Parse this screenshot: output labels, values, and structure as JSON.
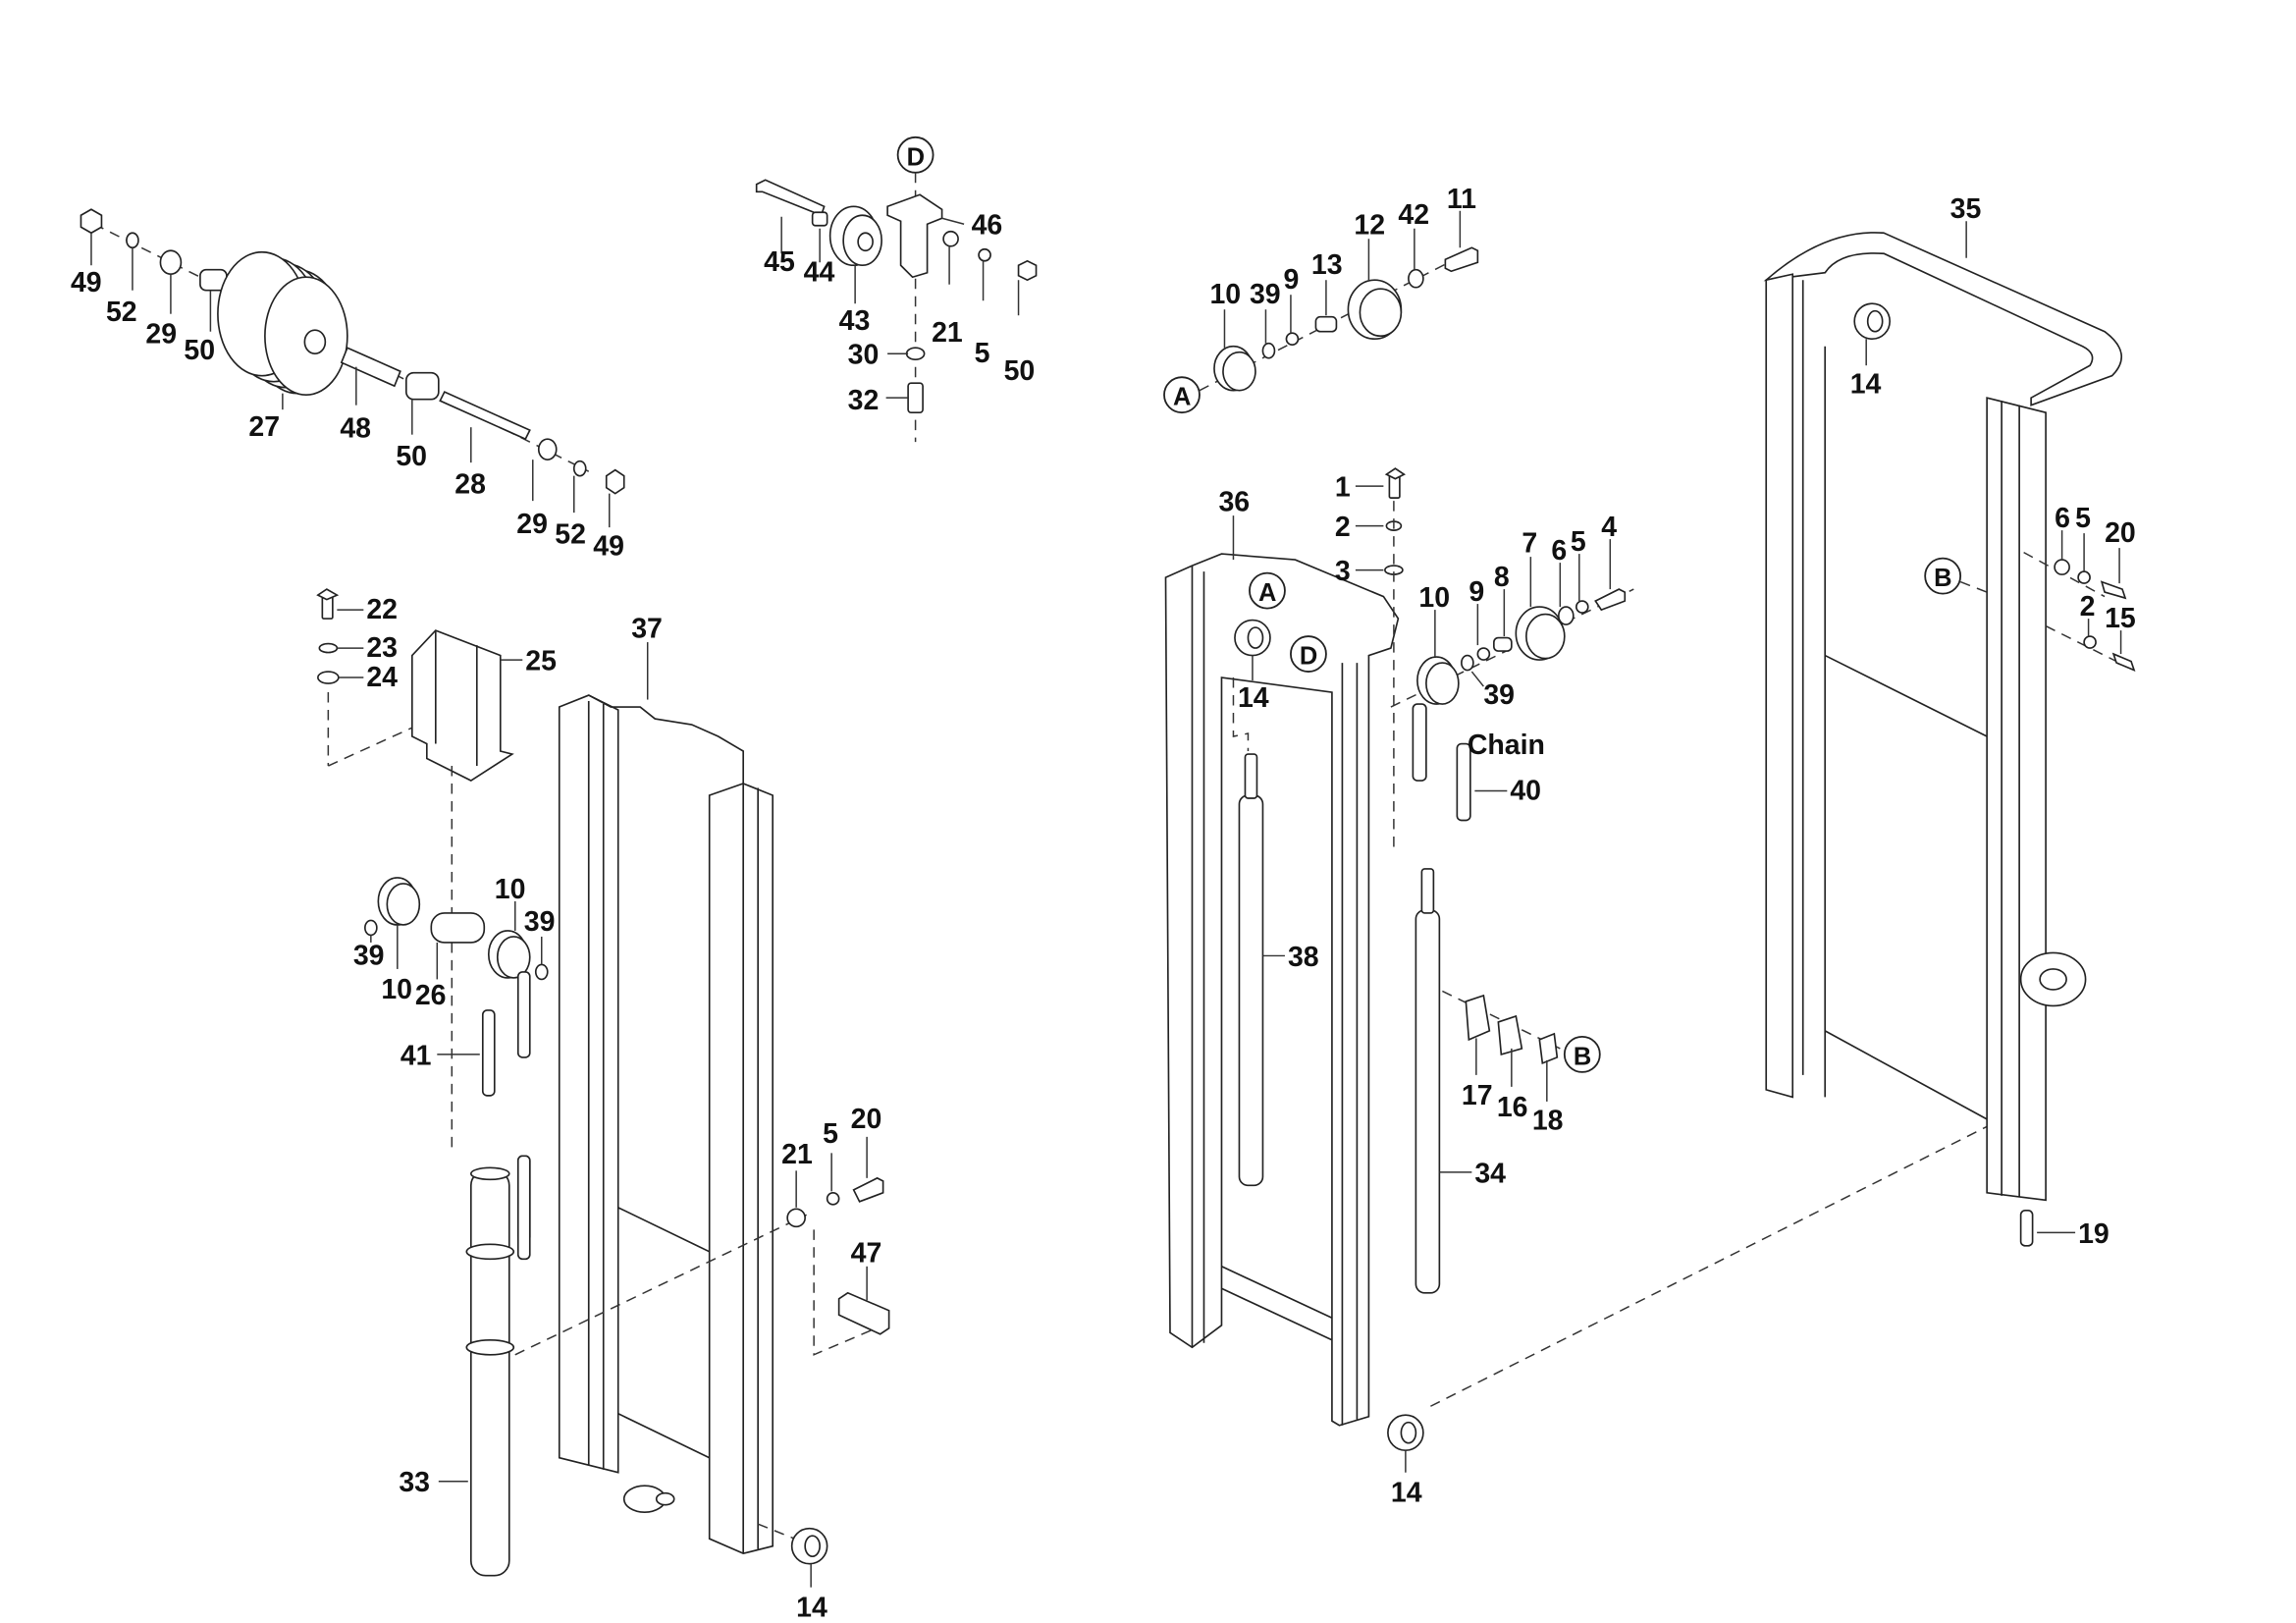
{
  "diagram": {
    "title": "Mast assembly exploded parts diagram",
    "chain_label": "Chain",
    "reference_markers": [
      "A",
      "B",
      "D"
    ],
    "callouts": {
      "pulley_group": [
        "49",
        "52",
        "29",
        "50",
        "27",
        "48",
        "50",
        "28",
        "29",
        "52",
        "49"
      ],
      "bracket_D_group": [
        "D",
        "45",
        "44",
        "43",
        "46",
        "30",
        "32",
        "21",
        "5",
        "50"
      ],
      "sheave_A_group": [
        "A",
        "10",
        "39",
        "9",
        "13",
        "12",
        "42",
        "11"
      ],
      "crosshead_group": [
        "22",
        "23",
        "24",
        "25"
      ],
      "lift_sheave_group": [
        "39",
        "10",
        "26",
        "10",
        "39",
        "41"
      ],
      "outer_mast": [
        "37",
        "33",
        "21",
        "5",
        "20",
        "47",
        "14"
      ],
      "middle_mast": [
        "36",
        "1",
        "2",
        "3",
        "A",
        "D",
        "14",
        "10",
        "9",
        "8",
        "7",
        "6",
        "5",
        "4",
        "39",
        "Chain",
        "40",
        "38",
        "34",
        "17",
        "16",
        "18",
        "B",
        "14"
      ],
      "inner_mast": [
        "35",
        "14",
        "B",
        "6",
        "5",
        "20",
        "2",
        "15",
        "19"
      ]
    }
  }
}
